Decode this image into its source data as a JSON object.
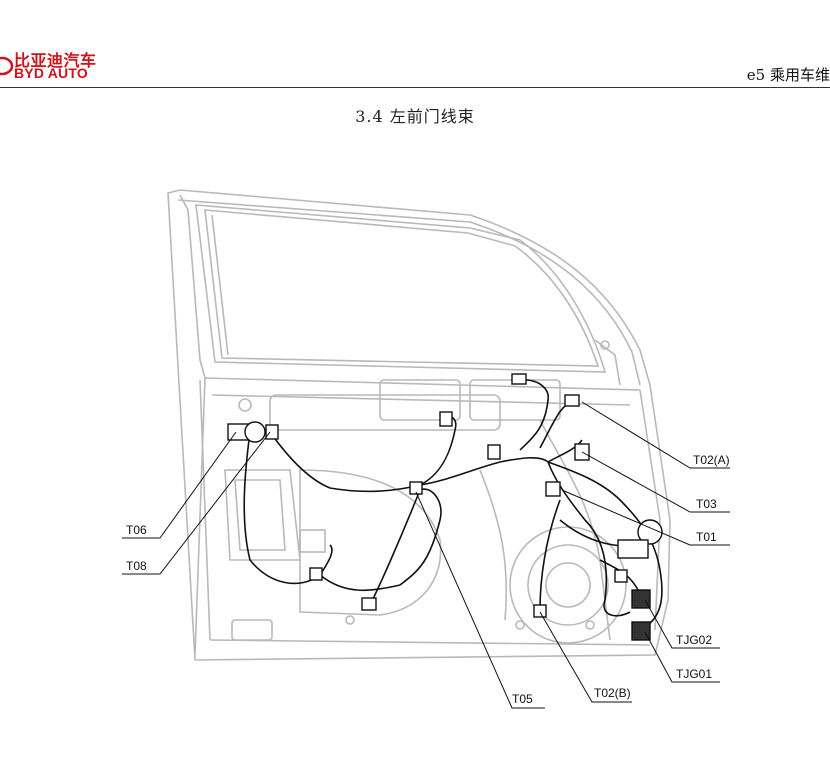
{
  "header": {
    "brand_cn": "比亚迪汽车",
    "brand_en": "BYD AUTO",
    "doc_title": "e5 乘用车维"
  },
  "section_title": "3.4  左前门线束",
  "callouts": {
    "t02a": "T02(A)",
    "t03": "T03",
    "t01": "T01",
    "tjg02": "TJG02",
    "tjg01": "TJG01",
    "t02b": "T02(B)",
    "t05": "T05",
    "t06": "T06",
    "t08": "T08"
  },
  "colors": {
    "brand_red": "#d0121b",
    "door_outline": "#b9b9b9",
    "harness": "#111111"
  }
}
